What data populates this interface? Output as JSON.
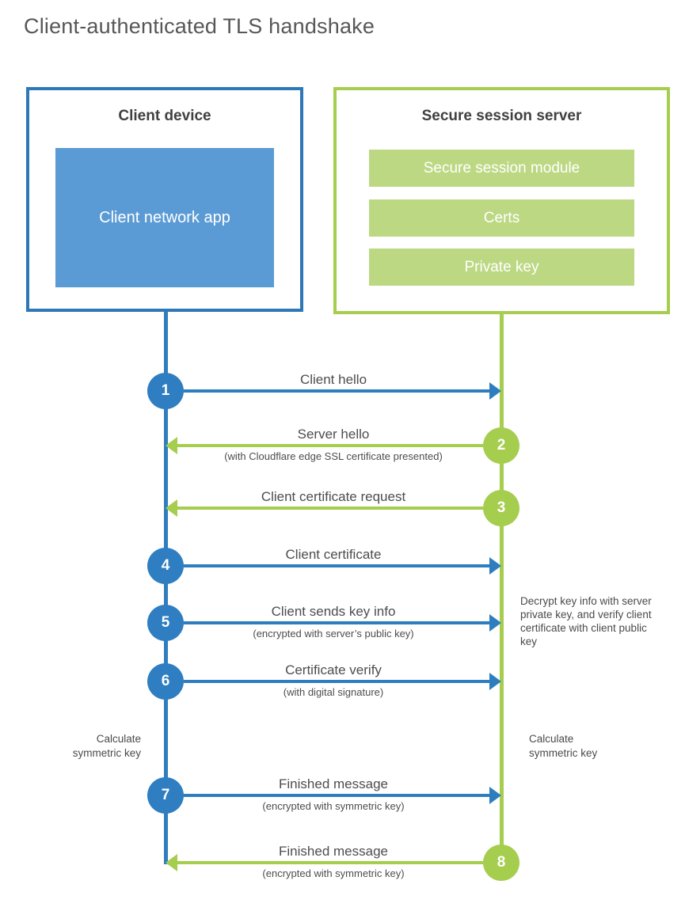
{
  "title": "Client-authenticated TLS handshake",
  "colors": {
    "client_accent": "#2e7ebf",
    "client_fill": "#5b9bd5",
    "server_accent": "#a5cd4e",
    "server_fill": "#bdd883",
    "text": "#4a4a4a"
  },
  "client_box": {
    "title": "Client device",
    "app_label": "Client network app"
  },
  "server_box": {
    "title": "Secure session server",
    "modules": [
      {
        "label": "Secure session module"
      },
      {
        "label": "Certs"
      },
      {
        "label": "Private key"
      }
    ]
  },
  "messages": [
    {
      "number": "1",
      "direction": "client-to-server",
      "label": "Client hello",
      "sublabel": ""
    },
    {
      "number": "2",
      "direction": "server-to-client",
      "label": "Server hello",
      "sublabel": "(with Cloudflare edge SSL certificate presented)"
    },
    {
      "number": "3",
      "direction": "server-to-client",
      "label": "Client certificate request",
      "sublabel": ""
    },
    {
      "number": "4",
      "direction": "client-to-server",
      "label": "Client certificate",
      "sublabel": ""
    },
    {
      "number": "5",
      "direction": "client-to-server",
      "label": "Client sends key info",
      "sublabel": "(encrypted with server’s public key)"
    },
    {
      "number": "6",
      "direction": "client-to-server",
      "label": "Certificate verify",
      "sublabel": "(with digital signature)"
    },
    {
      "number": "7",
      "direction": "client-to-server",
      "label": "Finished message",
      "sublabel": "(encrypted with symmetric key)"
    },
    {
      "number": "8",
      "direction": "server-to-client",
      "label": "Finished message",
      "sublabel": "(encrypted with symmetric key)"
    }
  ],
  "notes": {
    "decrypt": "Decrypt key info with server private key, and verify client certificate with client public key",
    "calc_left": "Calculate symmetric key",
    "calc_right": "Calculate symmetric key"
  }
}
